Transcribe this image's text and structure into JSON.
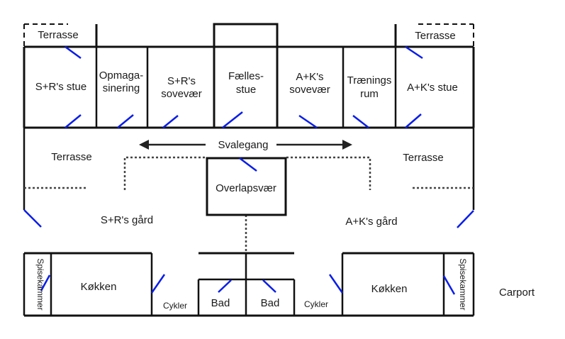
{
  "labels": {
    "terrasse_top_left": "Terrasse",
    "terrasse_top_right": "Terrasse",
    "sr_stue": "S+R's stue",
    "opmagasinering_1": "Opmaga-",
    "opmagasinering_2": "sinering",
    "sr_sovevaer_1": "S+R's",
    "sr_sovevaer_2": "sovevær",
    "faellesstue_1": "Fælles-",
    "faellesstue_2": "stue",
    "ak_sovevaer_1": "A+K's",
    "ak_sovevaer_2": "sovevær",
    "traeningsrum_1": "Trænings",
    "traeningsrum_2": "rum",
    "ak_stue": "A+K's stue",
    "svalegang": "Svalegang",
    "terrasse_mid_left": "Terrasse",
    "terrasse_mid_right": "Terrasse",
    "overlapsvaer": "Overlapsvær",
    "sr_gaard": "S+R's gård",
    "ak_gaard": "A+K's gård",
    "spisekammer_left": "Spisekammer",
    "koekken_left": "Køkken",
    "cykler_left": "Cykler",
    "bad_left": "Bad",
    "bad_right": "Bad",
    "cykler_right": "Cykler",
    "koekken_right": "Køkken",
    "spisekammer_right": "Spisekammer",
    "carport": "Carport"
  },
  "colors": {
    "wall": "#111111",
    "door": "#0a1ee8"
  }
}
